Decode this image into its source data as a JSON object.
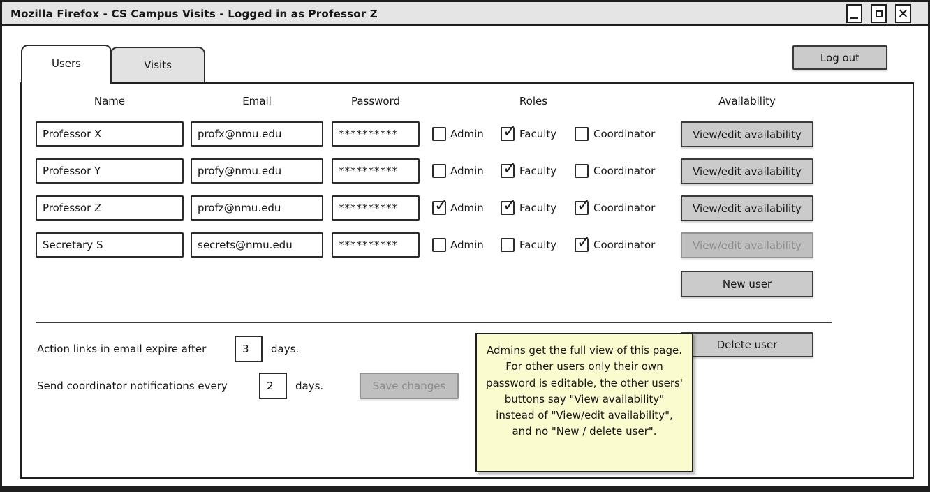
{
  "window": {
    "title": "Mozilla Firefox - CS Campus Visits - Logged in as Professor Z"
  },
  "glyphs": {
    "check": "✓",
    "close": "✕"
  },
  "tabs": {
    "users": "Users",
    "visits": "Visits"
  },
  "logout_label": "Log out",
  "table": {
    "headers": {
      "name": "Name",
      "email": "Email",
      "password": "Password",
      "roles": "Roles",
      "availability": "Availability"
    },
    "role_labels": {
      "admin": "Admin",
      "faculty": "Faculty",
      "coordinator": "Coordinator"
    },
    "availability_button_label": "View/edit availability",
    "rows": [
      {
        "name": "Professor X",
        "email": "profx@nmu.edu",
        "password": "**********",
        "admin": false,
        "faculty": true,
        "coordinator": false,
        "availability_disabled": false
      },
      {
        "name": "Professor Y",
        "email": "profy@nmu.edu",
        "password": "**********",
        "admin": false,
        "faculty": true,
        "coordinator": false,
        "availability_disabled": false
      },
      {
        "name": "Professor Z",
        "email": "profz@nmu.edu",
        "password": "**********",
        "admin": true,
        "faculty": true,
        "coordinator": true,
        "availability_disabled": false
      },
      {
        "name": "Secretary S",
        "email": "secrets@nmu.edu",
        "password": "**********",
        "admin": false,
        "faculty": false,
        "coordinator": true,
        "availability_disabled": true
      }
    ]
  },
  "buttons": {
    "new_user": "New user",
    "delete_user": "Delete user",
    "save_changes": "Save changes",
    "save_changes_disabled": true
  },
  "settings": [
    {
      "prefix": "Action links in email expire after",
      "value": "3",
      "suffix": "days."
    },
    {
      "prefix": "Send coordinator notifications every",
      "value": "2",
      "suffix": "days."
    }
  ],
  "note": {
    "text": "Admins get the full view of this page. For other users only their own password is editable, the other users' buttons say \"View availability\" instead of \"View/edit availability\", and no \"New / delete user\"."
  }
}
